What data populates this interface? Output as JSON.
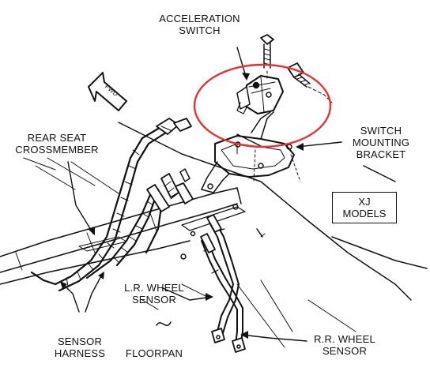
{
  "labels": {
    "acceleration_switch": "ACCELERATION\nSWITCH",
    "switch_mounting_bracket": "SWITCH\nMOUNTING\nBRACKET",
    "rear_seat_crossmember": "REAR SEAT\nCROSSMEMBER",
    "xj_models": "XJ\nMODELS",
    "lr_wheel_sensor": "L.R. WHEEL\nSENSOR",
    "rr_wheel_sensor": "R.R. WHEEL\nSENSOR",
    "sensor_harness": "SENSOR\nHARNESS",
    "floorpan": "FLOORPAN",
    "fwd_arrow": "FWD"
  },
  "colors": {
    "highlight_ellipse": "#e53333",
    "line": "#111111"
  }
}
